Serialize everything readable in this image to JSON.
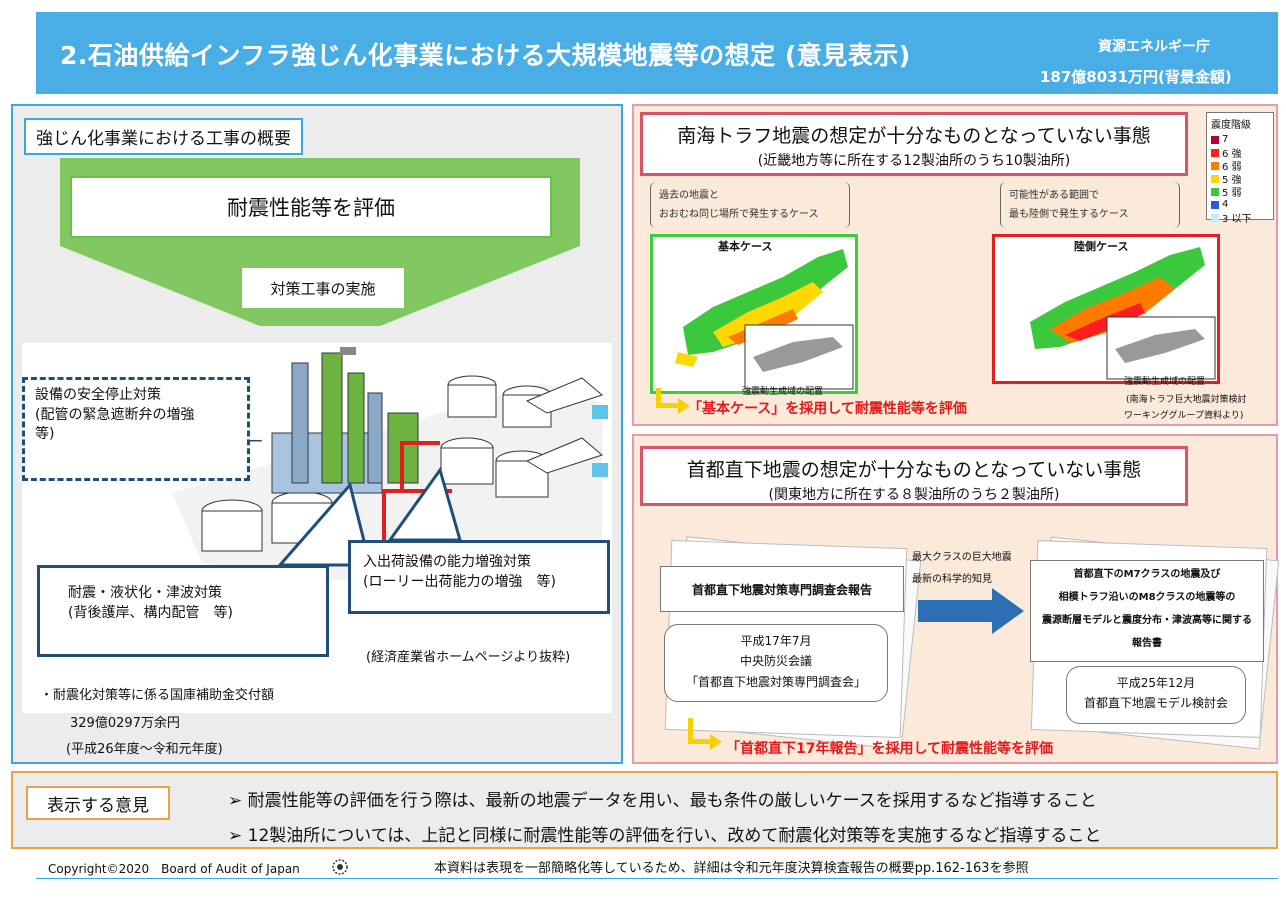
{
  "header": {
    "title": "2.石油供給インフラ強じん化事業における大規模地震等の想定 (意見表示)",
    "agency": "資源エネルギー庁",
    "amount": "187億8031万円(背景金額)"
  },
  "left": {
    "heading": "強じん化事業における工事の概要",
    "eval_box": "耐震性能等を評価",
    "measures_box": "対策工事の実施",
    "callout_safety": [
      "設備の安全停止対策",
      "(配管の緊急遮断弁の増強",
      "等)"
    ],
    "callout_seismic": [
      "耐震・液状化・津波対策",
      "(背後護岸、構内配管　等)"
    ],
    "callout_shipping": [
      "入出荷設備の能力増強対策",
      "(ローリー出荷能力の増強　等)"
    ],
    "source": "(経済産業省ホームページより抜粋)",
    "subsidy_label": "・耐震化対策等に係る国庫補助金交付額",
    "subsidy_amount": "329億0297万余円",
    "subsidy_period": "(平成26年度～令和元年度)"
  },
  "nankai": {
    "title": "南海トラフ地震の想定が十分なものとなっていない事態",
    "subtitle": "(近畿地方等に所在する12製油所のうち10製油所)",
    "legend_title": "震度階級",
    "legend": [
      {
        "label": "7",
        "color": "#b2003c"
      },
      {
        "label": "6 強",
        "color": "#ff1e1e"
      },
      {
        "label": "6 弱",
        "color": "#ff7a00"
      },
      {
        "label": "5 強",
        "color": "#ffd800"
      },
      {
        "label": "5 弱",
        "color": "#3cc83c"
      },
      {
        "label": "4",
        "color": "#2060e0"
      },
      {
        "label": "3 以下",
        "color": "#c8e8ff"
      }
    ],
    "bracket_basic": [
      "過去の地震と",
      "おおむね同じ場所で発生するケース"
    ],
    "bracket_land": [
      "可能性がある範囲で",
      "最も陸側で発生するケース"
    ],
    "map_basic_label": "基本ケース",
    "map_land_label": "陸側ケース",
    "map_inset_label": "強震動生成域の配置",
    "conclusion": "「基本ケース」を採用して耐震性能等を評価",
    "source_lines": [
      "(南海トラフ巨大地震対策検討",
      "ワーキンググループ資料より)"
    ]
  },
  "shuto": {
    "title": "首都直下地震の想定が十分なものとなっていない事態",
    "subtitle": "(関東地方に所在する８製油所のうち２製油所)",
    "doc_left_title": "首都直下地震対策専門調査会報告",
    "doc_left_info": [
      "平成17年7月",
      "中央防災会議",
      "「首都直下地震対策専門調査会」"
    ],
    "notes": [
      "最大クラスの巨大地震",
      "最新の科学的知見"
    ],
    "doc_right_title": [
      "首都直下のM7クラスの地震及び",
      "相模トラフ沿いのM8クラスの地震等の",
      "震源断層モデルと震度分布・津波高等に関する",
      "報告書"
    ],
    "doc_right_info": [
      "平成25年12月",
      "首都直下地震モデル検討会"
    ],
    "conclusion": "「首都直下17年報告」を採用して耐震性能等を評価"
  },
  "opinion": {
    "heading": "表示する意見",
    "items": [
      "➢ 耐震性能等の評価を行う際は、最新の地震データを用い、最も条件の厳しいケースを採用するなど指導すること",
      "➢ 12製油所については、上記と同様に耐震性能等の評価を行い、改めて耐震化対策等を実施するなど指導すること"
    ]
  },
  "footer": {
    "copyright": "Copyright©2020　Board of Audit of Japan",
    "note": "本資料は表現を一部簡略化等しているため、詳細は令和元年度決算検査報告の概要pp.162-163を参照"
  }
}
